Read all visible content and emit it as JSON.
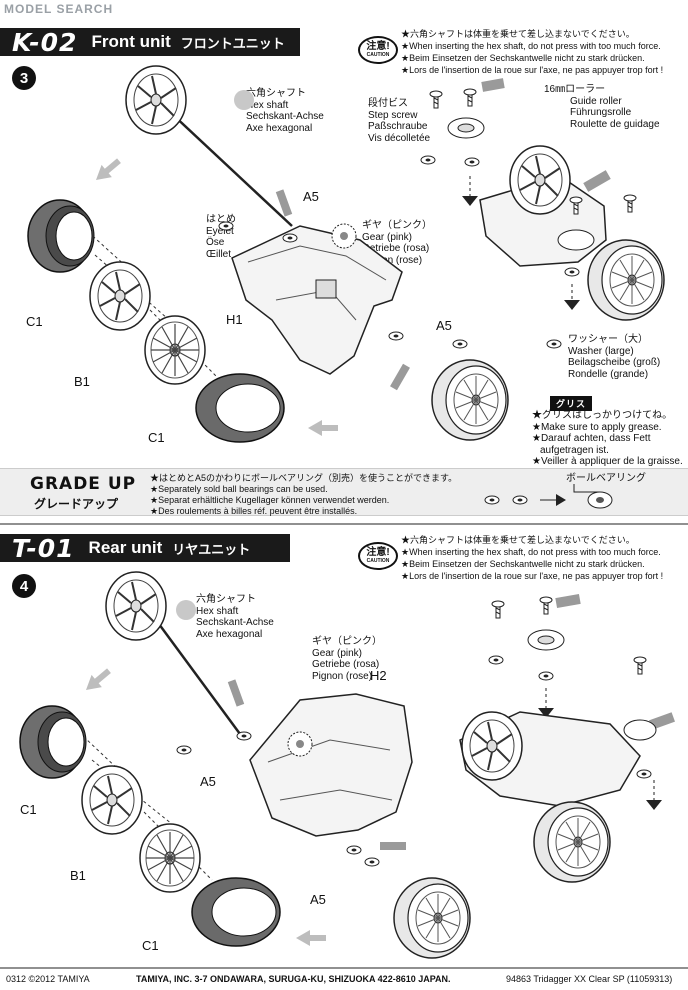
{
  "watermark": "MODEL SEARCH",
  "section_front": {
    "code": "K-02",
    "title": "Front unit",
    "title_jp": "フロントユニット",
    "step": "3",
    "caution": {
      "badge_jp": "注意!",
      "badge_en": "CAUTION",
      "lines": [
        "★六角シャフトは体重を乗せて差し込まないでください。",
        "★When inserting the hex shaft, do not press with too much force.",
        "★Beim Einsetzen der Sechskantwelle nicht zu stark drücken.",
        "★Lors de l'insertion de la roue sur l'axe, ne pas appuyer trop fort !"
      ]
    },
    "hex_shaft": [
      "六角シャフト",
      "Hex shaft",
      "Sechskant-Achse",
      "Axe hexagonal"
    ],
    "eyelet": [
      "はとめ",
      "Eyelet",
      "Öse",
      "Œillet"
    ],
    "gear": [
      "ギヤ（ピンク）",
      "Gear (pink)",
      "Getriebe (rosa)",
      "Pignon (rose)"
    ],
    "step_screw": [
      "段付ビス",
      "Step screw",
      "Paßschraube",
      "Vis décolletée"
    ],
    "guide_roller": [
      "16㎜ローラー",
      "Guide roller",
      "Führungsrolle",
      "Roulette de guidage"
    ],
    "washer": [
      "ワッシャー（大）",
      "Washer (large)",
      "Beilagscheibe (groß)",
      "Rondelle (grande)"
    ],
    "grease_tag": "グリス",
    "grease": [
      "★グリスはしっかりつけてね。",
      "★Make sure to apply grease.",
      "★Darauf achten, dass Fett",
      "aufgetragen ist.",
      "★Veiller à appliquer de la graisse."
    ],
    "parts": {
      "a5": "A5",
      "a5b": "A5",
      "h1": "H1",
      "c1": "C1",
      "b1": "B1",
      "c1b": "C1"
    }
  },
  "grade_up": {
    "title": "GRADE UP",
    "title_jp": "グレードアップ",
    "notes": [
      "★はとめとA5のかわりにボールベアリング（別売）を使うことができます。",
      "★Separately sold ball bearings can be used.",
      "★Separat erhältliche Kugellager können verwendet werden.",
      "★Des roulements à billes réf. peuvent être installés."
    ],
    "bearing_label": "ボールベアリング"
  },
  "section_rear": {
    "code": "T-01",
    "title": "Rear unit",
    "title_jp": "リヤユニット",
    "step": "4",
    "caution": {
      "badge_jp": "注意!",
      "badge_en": "CAUTION",
      "lines": [
        "★六角シャフトは体重を乗せて差し込まないでください。",
        "★When inserting the hex shaft, do not press with too much force.",
        "★Beim Einsetzen der Sechskantwelle nicht zu stark drücken.",
        "★Lors de l'insertion de la roue sur l'axe, ne pas appuyer trop fort !"
      ]
    },
    "hex_shaft": [
      "六角シャフト",
      "Hex shaft",
      "Sechskant-Achse",
      "Axe hexagonal"
    ],
    "gear": [
      "ギヤ（ピンク）",
      "Gear (pink)",
      "Getriebe (rosa)",
      "Pignon (rose)"
    ],
    "parts": {
      "h2": "H2",
      "a5": "A5",
      "a5b": "A5",
      "c1": "C1",
      "b1": "B1",
      "c1b": "C1"
    }
  },
  "footer": {
    "copyright": "0312 ©2012 TAMIYA",
    "address": "TAMIYA, INC.  3-7 ONDAWARA, SURUGA-KU, SHIZUOKA 422-8610 JAPAN.",
    "product": "94863  Tridagger XX Clear SP (11059313)"
  }
}
